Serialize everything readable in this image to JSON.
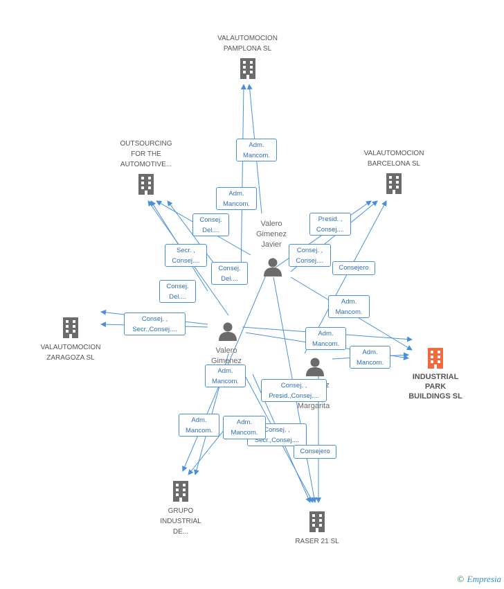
{
  "companies": {
    "pamplona": {
      "label": "VALAUTOMOCION\nPAMPLONA SL"
    },
    "outsourcing": {
      "label": "OUTSOURCING\nFOR THE\nAUTOMOTIVE..."
    },
    "barcelona": {
      "label": "VALAUTOMOCION\nBARCELONA  SL"
    },
    "zaragoza": {
      "label": "VALAUTOMOCION\nZARAGOZA SL"
    },
    "industrial_park": {
      "label": "INDUSTRIAL\nPARK\nBUILDINGS SL"
    },
    "grupo": {
      "label": "GRUPO\nINDUSTRIAL\nDE..."
    },
    "raser": {
      "label": "RASER 21  SL"
    }
  },
  "persons": {
    "javier": {
      "label": "Valero\nGimenez\nJavier"
    },
    "second": {
      "label": "Valero\nGimenez"
    },
    "margarita_tail": {
      "label": "z"
    },
    "margarita": {
      "label": "Margarita"
    }
  },
  "roles": {
    "r1": "Adm.\nMancom.",
    "r2": "Adm.\nMancom.",
    "r3": "Consej.\nDel....",
    "r4": "Presid. ,\nConsej....",
    "r5": "Secr. ,\nConsej....",
    "r6": "Consej. ,\nConsej....",
    "r7": "Consej.\nDel....",
    "r8": "Consejero",
    "r9": "Consej.\nDel....",
    "r10": "Adm.\nMancom.",
    "r11": "Consej. ,\nSecr.,Consej....",
    "r12": "Adm.\nMancom.",
    "r13": "Adm.\nMancom.",
    "r14": "Adm.\nMancom.",
    "r15": "Consej. ,\nPresid.,Consej....",
    "r16": "Adm.\nMancom.",
    "r17": "Adm.\nMancom.",
    "r18": "Consej. ,\nSecr.,Consej....",
    "r19": "Consejero"
  },
  "brand": {
    "copyright": "©",
    "name": "Empresia"
  },
  "colors": {
    "edge": "#4a90d9",
    "building": "#6b6b6b",
    "building_main": "#f26a3e",
    "person": "#6b6b6b"
  }
}
